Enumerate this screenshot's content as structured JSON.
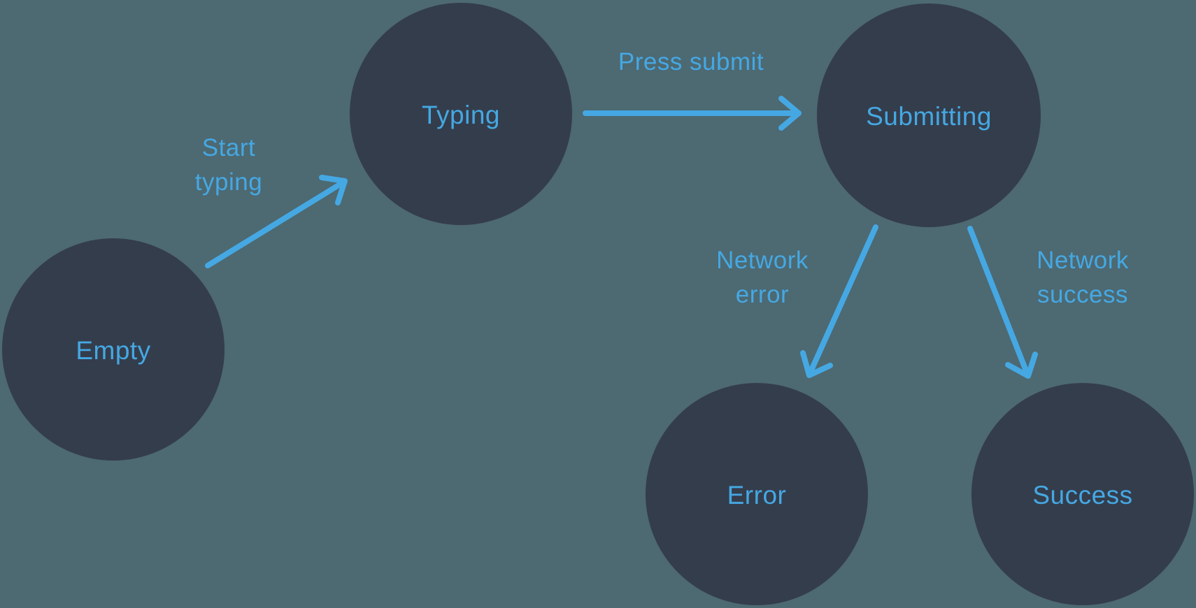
{
  "diagram": {
    "type": "state-machine",
    "description": "Form submission state diagram",
    "colors": {
      "background": "#4d6972",
      "node_fill": "#343d4c",
      "accent": "#45a8e3"
    },
    "states": [
      {
        "id": "empty",
        "label": "Empty"
      },
      {
        "id": "typing",
        "label": "Typing"
      },
      {
        "id": "submitting",
        "label": "Submitting"
      },
      {
        "id": "error",
        "label": "Error"
      },
      {
        "id": "success",
        "label": "Success"
      }
    ],
    "transitions": [
      {
        "id": "start-typing",
        "label": "Start typing",
        "lines": [
          "Start",
          "typing"
        ],
        "from": "empty",
        "to": "typing"
      },
      {
        "id": "press-submit",
        "label": "Press submit",
        "lines": [
          "Press submit"
        ],
        "from": "typing",
        "to": "submitting"
      },
      {
        "id": "network-error",
        "label": "Network error",
        "lines": [
          "Network",
          "error"
        ],
        "from": "submitting",
        "to": "error"
      },
      {
        "id": "network-success",
        "label": "Network success",
        "lines": [
          "Network",
          "success"
        ],
        "from": "submitting",
        "to": "success"
      }
    ]
  }
}
